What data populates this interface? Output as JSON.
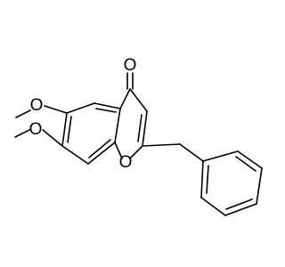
{
  "molecule": {
    "colors": {
      "background": "#ffffff",
      "bond": "#000000",
      "label": "#000000"
    },
    "atom_labels": {
      "carbonyl_oxygen": "O",
      "ring_oxygen": "O",
      "methoxy_oxygen_top": "O",
      "methoxy_oxygen_bottom": "O"
    }
  }
}
